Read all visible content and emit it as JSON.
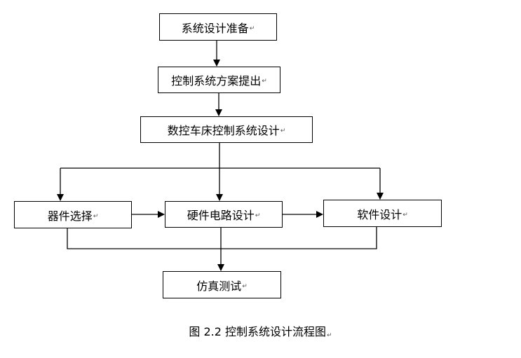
{
  "diagram": {
    "nodes": {
      "prep": "系统设计准备",
      "plan": "控制系统方案提出",
      "cnc": "数控车床控制系统设计",
      "select": "器件选择",
      "hardware": "硬件电路设计",
      "software": "软件设计",
      "sim": "仿真测试"
    },
    "paragraph_mark": "↵",
    "caption": "图 2.2  控制系统设计流程图"
  }
}
